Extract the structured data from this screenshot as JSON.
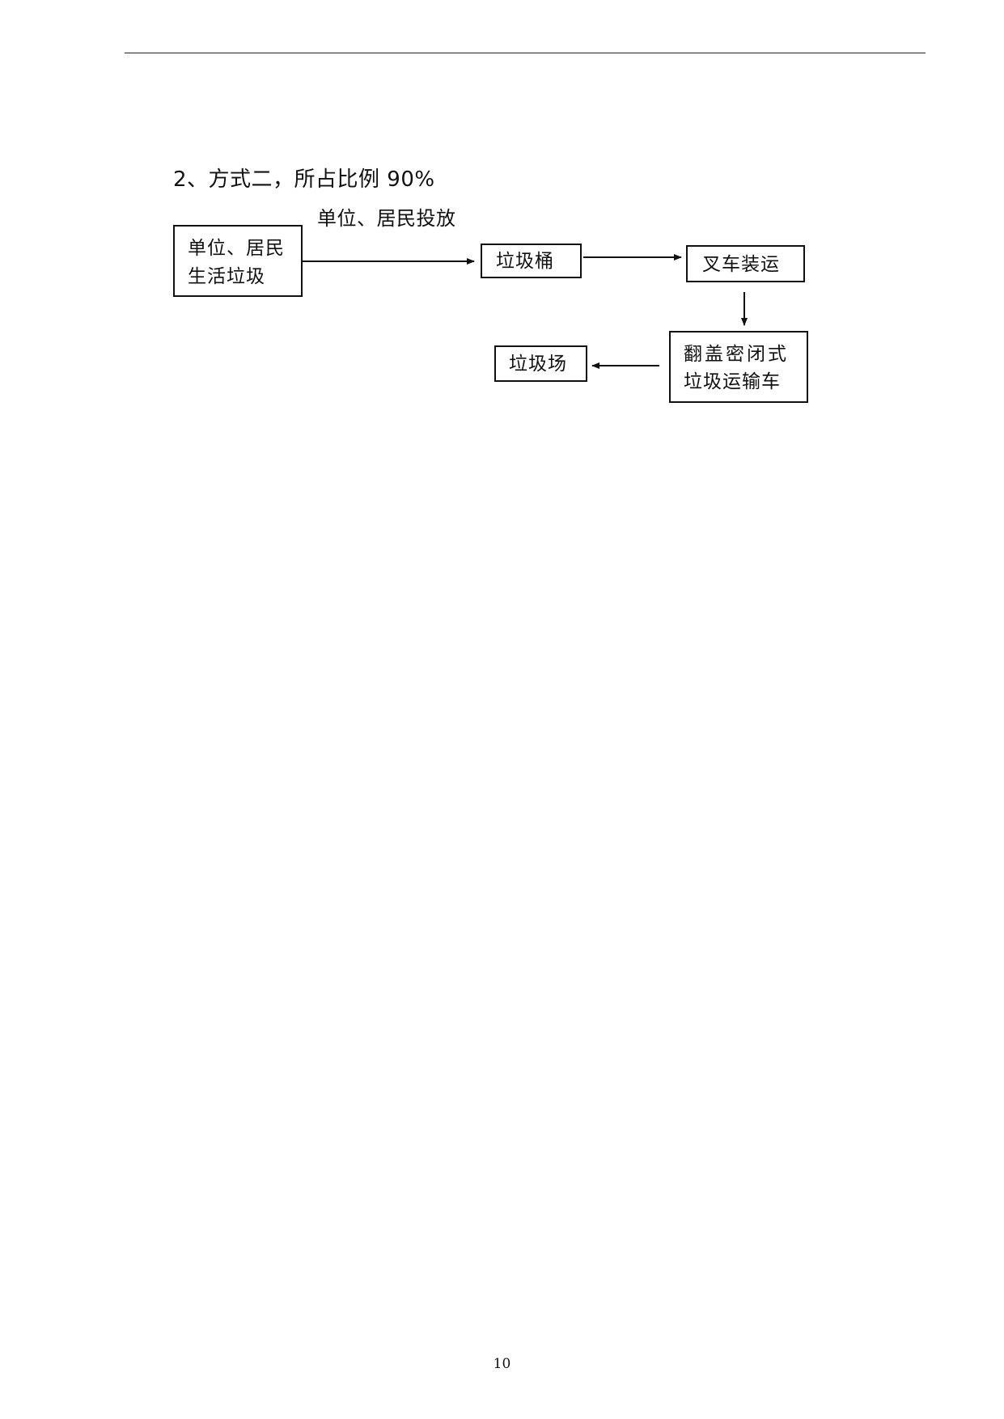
{
  "section": {
    "heading": "2、方式二，所占比例 90%"
  },
  "flowchart": {
    "edge_label": "单位、居民投放",
    "nodes": {
      "source_line1": "单位、居民",
      "source_line2": "生活垃圾",
      "bin": "垃圾桶",
      "forklift": "叉车装运",
      "truck_line1": "翻盖密闭式",
      "truck_line2": "垃圾运输车",
      "landfill": "垃圾场"
    }
  },
  "footer": {
    "page_number": "10"
  }
}
